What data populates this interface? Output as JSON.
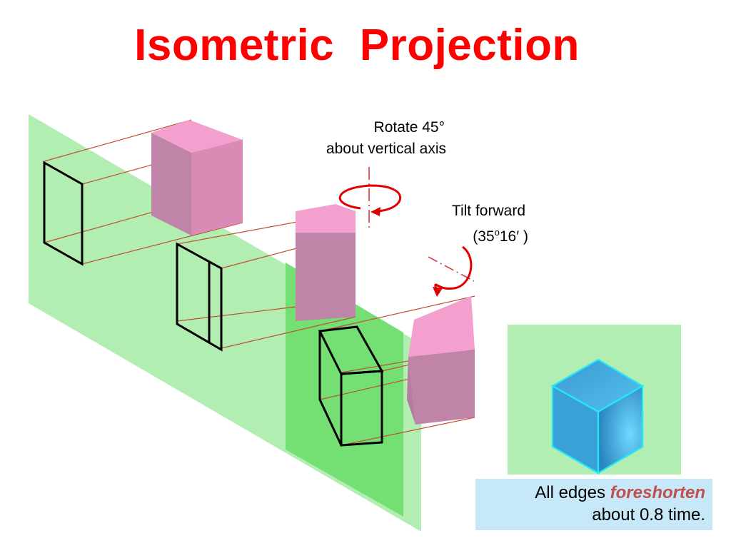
{
  "title": "Isometric  Projection",
  "rotate_label": {
    "line1": "Rotate 45°",
    "line2": "about vertical axis"
  },
  "tilt_label": {
    "line1": "Tilt  forward",
    "open": "(35",
    "sup": "o",
    "value": "16",
    "prime": "′",
    "close": " )"
  },
  "note": {
    "prefix": "All edges ",
    "emphasis": "foreshorten",
    "line2": "about 0.8 time."
  },
  "colors": {
    "title": "#ff0000",
    "plane": "#8ee88e",
    "plane_dark": "#6fe06f",
    "prism": "#f4a0cf",
    "prism_shade": "#d081a8",
    "projector": "#c05030",
    "arrow": "#e00000",
    "cube": "#3aa6df",
    "cube_edge": "#22e8f8",
    "note_bg": "#c6e8f8",
    "note_emphasis": "#c0504d"
  },
  "icons": [
    "rotate-arrow-icon",
    "tilt-arrow-icon"
  ]
}
